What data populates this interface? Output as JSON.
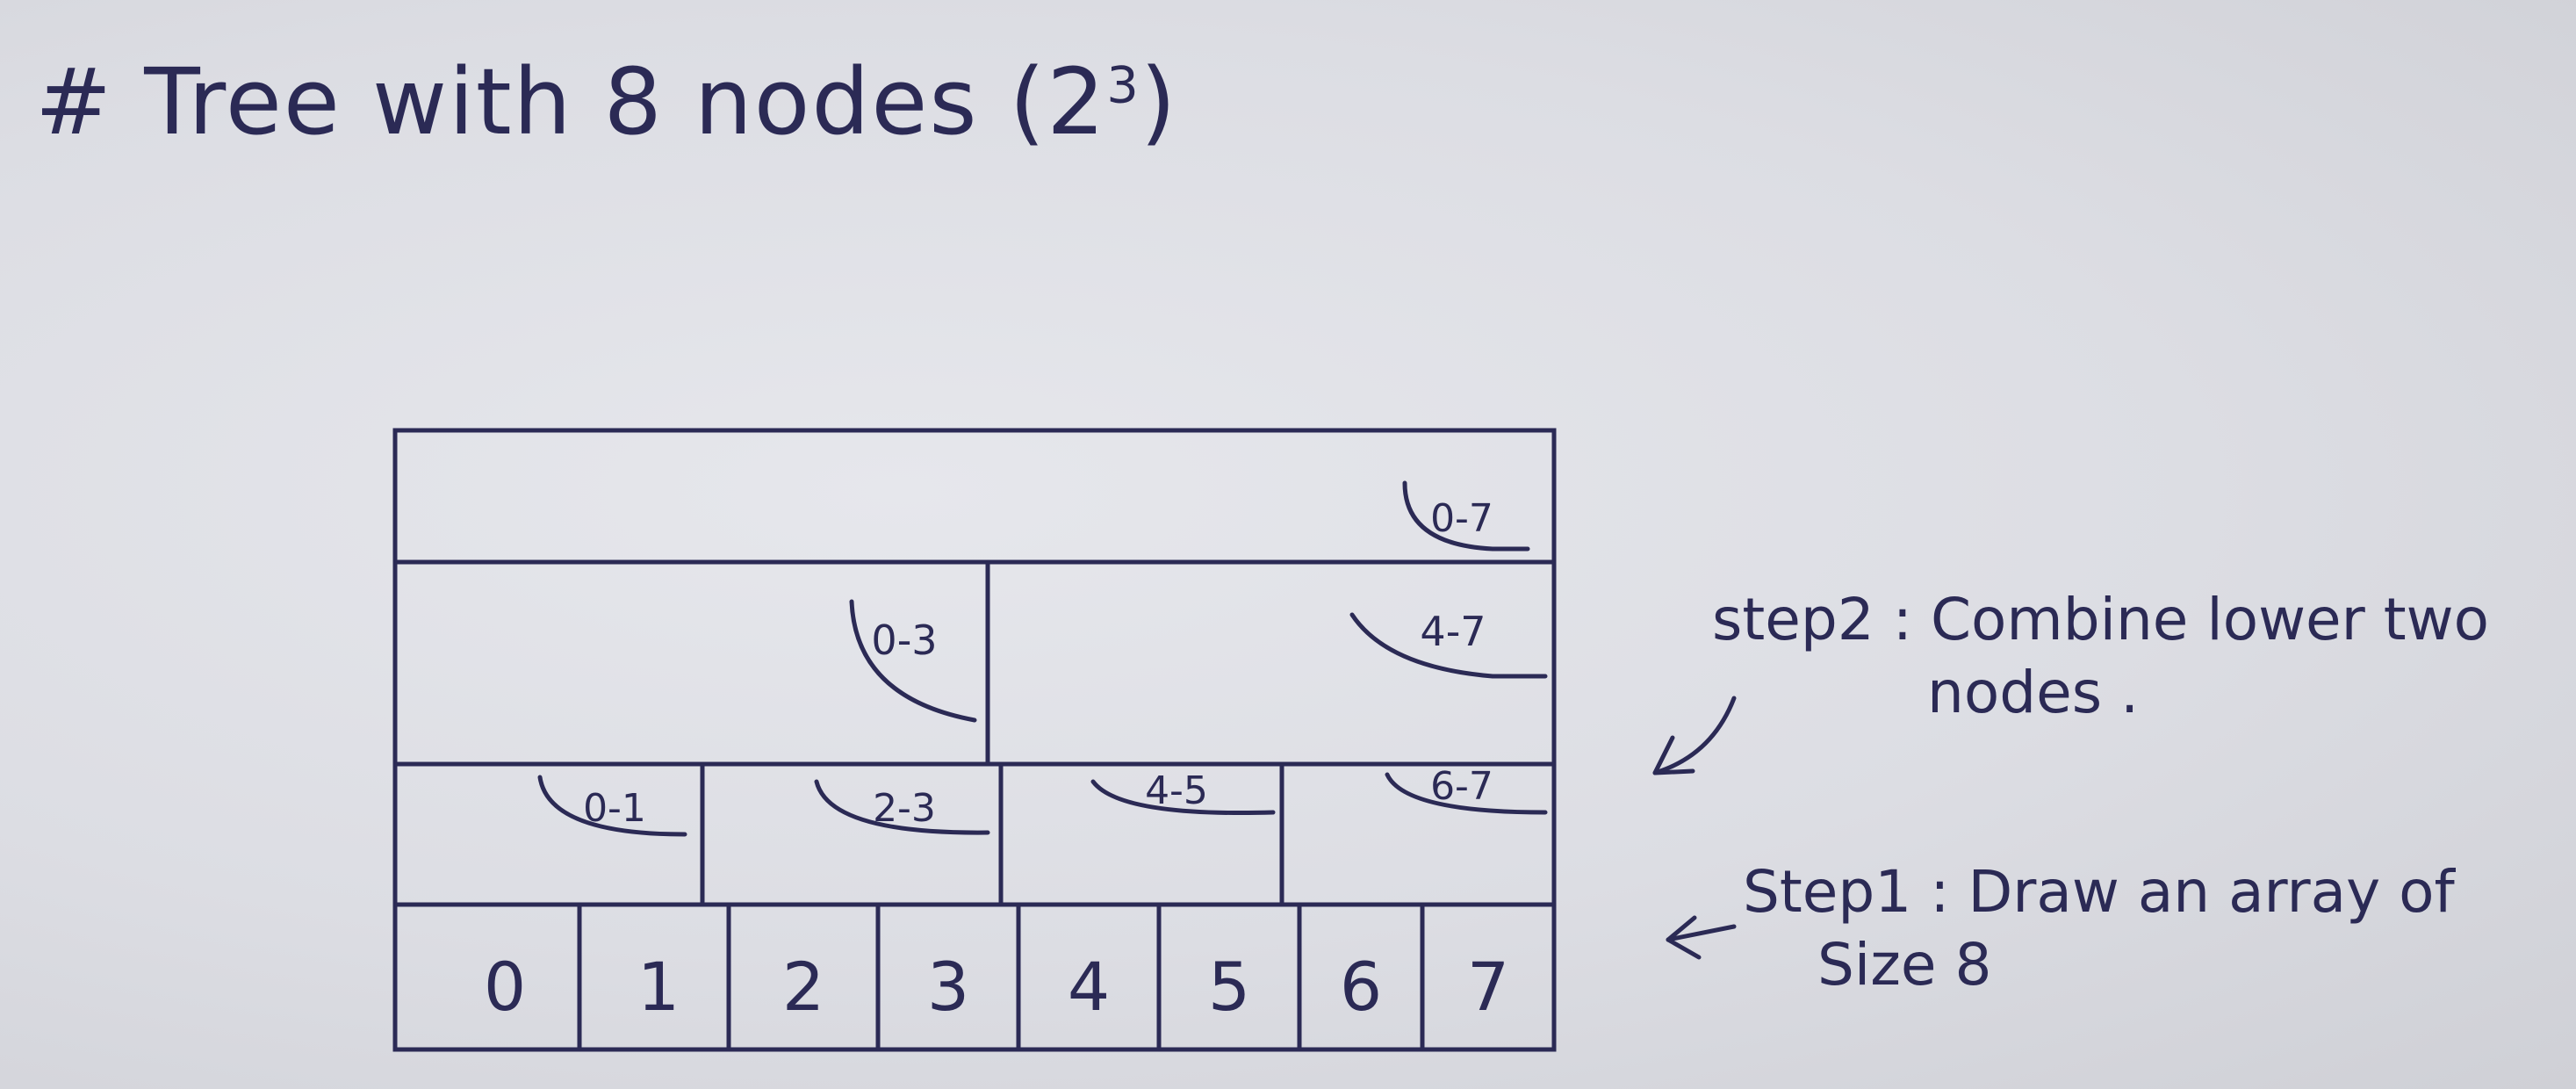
{
  "title": {
    "hash": "#",
    "text": "Tree with 8 nodes (2",
    "exponent": "3",
    "close": ")"
  },
  "tree": {
    "leaves": [
      "0",
      "1",
      "2",
      "3",
      "4",
      "5",
      "6",
      "7"
    ],
    "level1": [
      "0-1",
      "2-3",
      "4-5",
      "6-7"
    ],
    "level2": [
      "0-3",
      "4-7"
    ],
    "root": [
      "0-7"
    ]
  },
  "annotations": {
    "step2": {
      "line1": "step2 : Combine lower two",
      "line2": "nodes ."
    },
    "step1": {
      "line1": "Step1 : Draw an array of",
      "line2": "Size 8"
    }
  },
  "colors": {
    "ink": "#2b2a55",
    "paper": "#dcdde3"
  }
}
